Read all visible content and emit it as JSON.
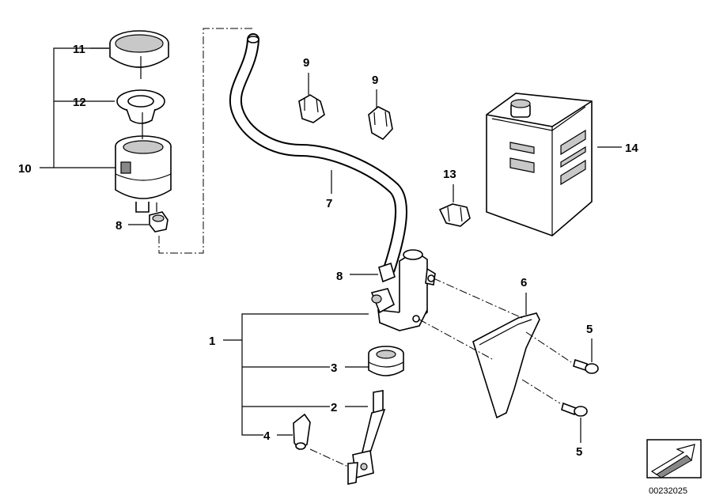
{
  "callouts": {
    "c1": "1",
    "c2": "2",
    "c3": "3",
    "c4": "4",
    "c5a": "5",
    "c5b": "5",
    "c6": "6",
    "c7": "7",
    "c8a": "8",
    "c8b": "8",
    "c9a": "9",
    "c9b": "9",
    "c10": "10",
    "c11": "11",
    "c12": "12",
    "c13": "13",
    "c14": "14"
  },
  "reference_number": "00232025",
  "colors": {
    "line": "#000000",
    "shade": "#c8c8c8",
    "background": "#ffffff"
  }
}
